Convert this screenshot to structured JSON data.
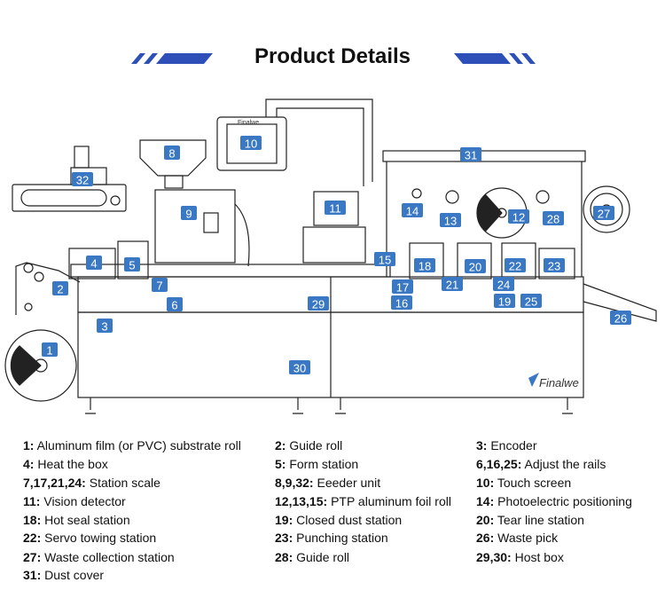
{
  "page": {
    "title": "Product Details",
    "brand_name": "Finalwe",
    "accent_color": "#3a78c3",
    "stripe_color": "#2f4fb8"
  },
  "labels": [
    {
      "n": "1"
    },
    {
      "n": "2"
    },
    {
      "n": "3"
    },
    {
      "n": "4"
    },
    {
      "n": "5"
    },
    {
      "n": "6"
    },
    {
      "n": "7"
    },
    {
      "n": "8"
    },
    {
      "n": "9"
    },
    {
      "n": "10"
    },
    {
      "n": "11"
    },
    {
      "n": "12"
    },
    {
      "n": "13"
    },
    {
      "n": "14"
    },
    {
      "n": "15"
    },
    {
      "n": "16"
    },
    {
      "n": "17"
    },
    {
      "n": "18"
    },
    {
      "n": "19"
    },
    {
      "n": "20"
    },
    {
      "n": "21"
    },
    {
      "n": "22"
    },
    {
      "n": "23"
    },
    {
      "n": "24"
    },
    {
      "n": "25"
    },
    {
      "n": "26"
    },
    {
      "n": "27"
    },
    {
      "n": "28"
    },
    {
      "n": "29"
    },
    {
      "n": "30"
    },
    {
      "n": "31"
    },
    {
      "n": "32"
    }
  ],
  "legend": [
    {
      "num": "1:",
      "text": "Aluminum film (or PVC) substrate roll"
    },
    {
      "num": "2:",
      "text": "Guide roll"
    },
    {
      "num": "3:",
      "text": "Encoder"
    },
    {
      "num": "4:",
      "text": "Heat the box"
    },
    {
      "num": "5:",
      "text": "Form station"
    },
    {
      "num": "6,16,25:",
      "text": "Adjust the rails"
    },
    {
      "num": "7,17,21,24:",
      "text": "Station scale"
    },
    {
      "num": "8,9,32:",
      "text": "Eeeder unit"
    },
    {
      "num": "10:",
      "text": "Touch screen"
    },
    {
      "num": "11:",
      "text": "Vision detector"
    },
    {
      "num": "12,13,15:",
      "text": "PTP aluminum foil roll"
    },
    {
      "num": "14:",
      "text": "Photoelectric positioning"
    },
    {
      "num": "18:",
      "text": "Hot seal station"
    },
    {
      "num": "19:",
      "text": "Closed dust station"
    },
    {
      "num": "20:",
      "text": "Tear line station"
    },
    {
      "num": "22:",
      "text": "Servo towing station"
    },
    {
      "num": "23:",
      "text": "Punching station"
    },
    {
      "num": "26:",
      "text": "Waste pick"
    },
    {
      "num": "27:",
      "text": "Waste collection station"
    },
    {
      "num": "28:",
      "text": "Guide roll"
    },
    {
      "num": "29,30:",
      "text": "Host box"
    },
    {
      "num": "31:",
      "text": "Dust cover"
    }
  ]
}
